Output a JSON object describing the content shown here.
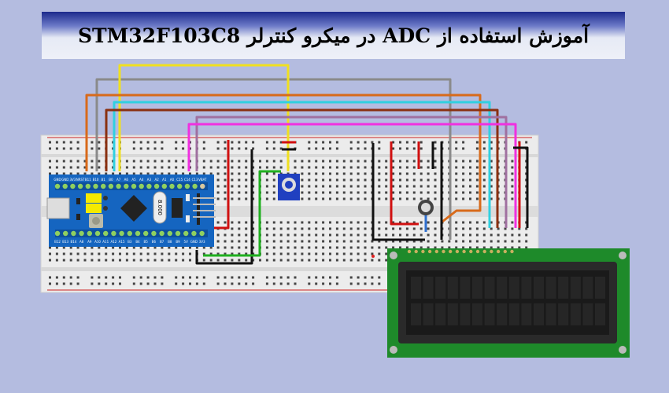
{
  "title": "آموزش استفاده از ADC در میکرو کنترلر STM32F103C8",
  "board": {
    "top_pins": [
      "GND",
      "GND",
      "3V3",
      "NRST",
      "B11",
      "B10",
      "B1",
      "B0",
      "A7",
      "A6",
      "A5",
      "A4",
      "A3",
      "A2",
      "A1",
      "A0",
      "C15",
      "C14",
      "C13",
      "VBAT"
    ],
    "bottom_pins": [
      "B12",
      "B13",
      "B14",
      "A8",
      "A9",
      "A10",
      "A11",
      "A12",
      "A15",
      "B3",
      "B4",
      "B5",
      "B6",
      "B7",
      "B8",
      "B9",
      "5V",
      "GND",
      "3V3"
    ],
    "crystal_label": "8.000"
  },
  "colors": {
    "background": "#b4bce0",
    "board": "#1565c0",
    "lcd_pcb": "#1e8a2a",
    "breadboard": "#ececec"
  }
}
